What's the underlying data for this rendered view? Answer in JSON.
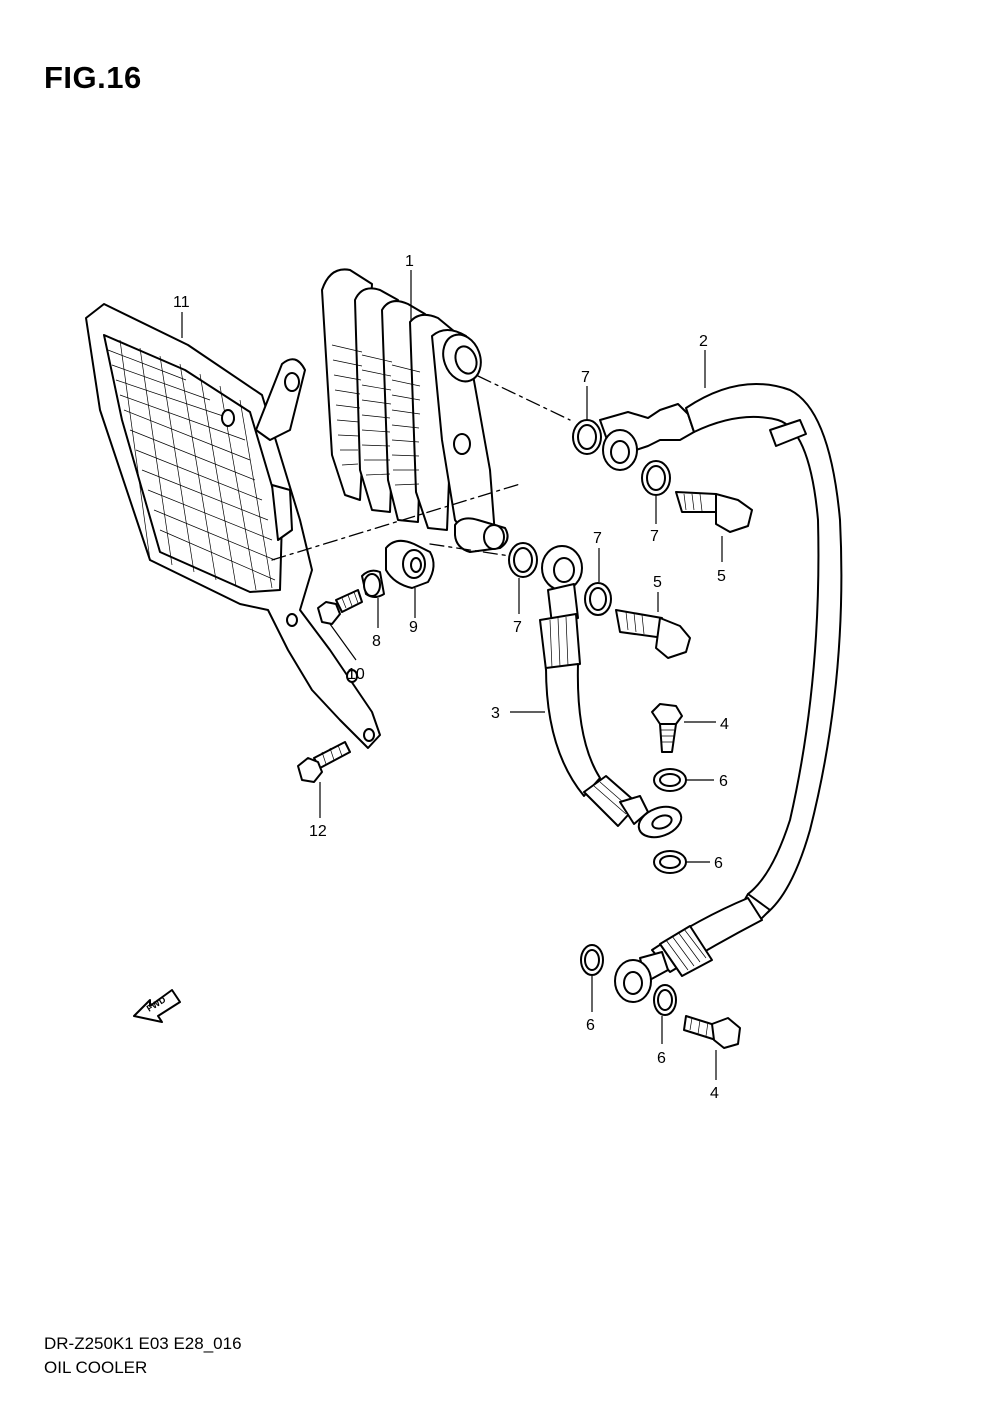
{
  "figure": {
    "title": "FIG.16"
  },
  "footer": {
    "code": "DR-Z250K1 E03 E28_016",
    "name": "OIL COOLER"
  },
  "direction_marker": {
    "label": "FWD",
    "icon": "fwd-arrow-icon"
  },
  "callouts": [
    {
      "id": "c1",
      "number": "1"
    },
    {
      "id": "c2",
      "number": "2"
    },
    {
      "id": "c3",
      "number": "3"
    },
    {
      "id": "c4a",
      "number": "4"
    },
    {
      "id": "c4b",
      "number": "4"
    },
    {
      "id": "c5a",
      "number": "5"
    },
    {
      "id": "c5b",
      "number": "5"
    },
    {
      "id": "c6a",
      "number": "6"
    },
    {
      "id": "c6b",
      "number": "6"
    },
    {
      "id": "c6c",
      "number": "6"
    },
    {
      "id": "c6d",
      "number": "6"
    },
    {
      "id": "c7a",
      "number": "7"
    },
    {
      "id": "c7b",
      "number": "7"
    },
    {
      "id": "c7c",
      "number": "7"
    },
    {
      "id": "c7d",
      "number": "7"
    },
    {
      "id": "c8",
      "number": "8"
    },
    {
      "id": "c9",
      "number": "9"
    },
    {
      "id": "c10",
      "number": "10"
    },
    {
      "id": "c11",
      "number": "11"
    },
    {
      "id": "c12",
      "number": "12"
    }
  ]
}
